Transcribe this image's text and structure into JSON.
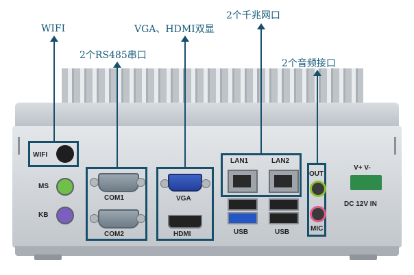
{
  "annotations": {
    "wifi": "WIFI",
    "rs485": "2个RS485串口",
    "vga_hdmi": "VGA、HDMI双显",
    "lan": "2个千兆网口",
    "audio": "2个音频接口"
  },
  "port_labels": {
    "wifi": "WIFI",
    "ms": "MS",
    "kb": "KB",
    "com1": "COM1",
    "com2": "COM2",
    "vga": "VGA",
    "hdmi": "HDMI",
    "lan1": "LAN1",
    "lan2": "LAN2",
    "usb1": "USB",
    "usb2": "USB",
    "out": "OUT",
    "mic": "MIC",
    "power_pins": "V+  V-",
    "dc": "DC 12V IN"
  },
  "colors": {
    "annotation": "#16597a",
    "highlight_box": "#174f6b",
    "ps2_ms": "#6fbf4a",
    "ps2_kb": "#7a5fc0",
    "audio_out": "#8fbf2a",
    "audio_mic": "#e25a8c",
    "power_connector": "#2e8b4a"
  }
}
